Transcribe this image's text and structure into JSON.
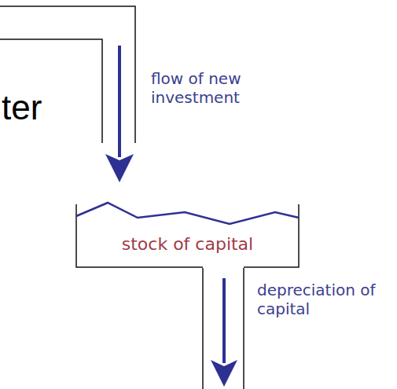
{
  "diagram": {
    "nodes": [
      {
        "text": [
          "stock of capital"
        ]
      }
    ],
    "labels": [
      "ter",
      "flow of new investment",
      "depreciation of capital"
    ]
  }
}
